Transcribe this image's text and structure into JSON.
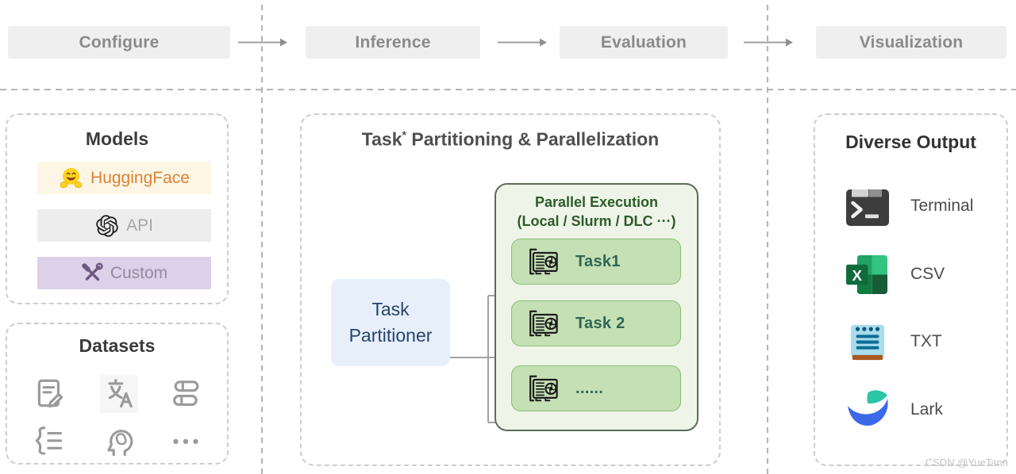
{
  "pipeline": {
    "stages": [
      {
        "label": "Configure"
      },
      {
        "label": "Inference"
      },
      {
        "label": "Evaluation"
      },
      {
        "label": "Visualization"
      }
    ]
  },
  "models": {
    "title": "Models",
    "items": [
      {
        "label": "HuggingFace",
        "icon": "huggingface-icon",
        "bg": "#fdf6e4",
        "color": "#db8136"
      },
      {
        "label": "API",
        "icon": "openai-icon",
        "bg": "#ededed",
        "color": "#a6a6a6"
      },
      {
        "label": "Custom",
        "icon": "crossed-tools-icon",
        "bg": "#ddd0e9",
        "color": "#928b9d"
      }
    ]
  },
  "datasets": {
    "title": "Datasets",
    "icons": [
      "document-edit-icon",
      "translate-icon",
      "books-icon",
      "brace-list-icon",
      "brain-head-icon",
      "ellipsis-icon"
    ]
  },
  "partitioning": {
    "title_prefix": "Task",
    "title_sup": "*",
    "title_suffix": " Partitioning & Parallelization",
    "partitioner_line1": "Task",
    "partitioner_line2": "Partitioner",
    "parallel_title": "Parallel Execution",
    "parallel_subtitle": "(Local / Slurm / DLC ···)",
    "tasks": [
      {
        "label": "Task1",
        "icon": "gpu-icon"
      },
      {
        "label": "Task 2",
        "icon": "gpu-icon"
      },
      {
        "label": "......",
        "icon": "gpu-icon"
      }
    ]
  },
  "output": {
    "title": "Diverse Output",
    "excel_letter": "X",
    "items": [
      {
        "label": "Terminal",
        "icon": "terminal-icon"
      },
      {
        "label": "CSV",
        "icon": "excel-icon"
      },
      {
        "label": "TXT",
        "icon": "notepad-icon"
      },
      {
        "label": "Lark",
        "icon": "lark-icon"
      }
    ]
  },
  "watermark": "CSDN @YueTann",
  "colors": {
    "stage_bg": "#efefef",
    "stage_text": "#8a8a8a",
    "task_bg": "#c5e0b4",
    "task_border": "#8cbd76",
    "task_text": "#2e6656",
    "parallel_bg": "#eef5e8",
    "parallel_border": "#5d6b5b",
    "parallel_text": "#2d5c2a",
    "partitioner_bg": "#e7f0fa",
    "partitioner_text": "#26436d",
    "arrow": "#9e9e9e",
    "huggingface_orange": "#db8136",
    "custom_purple_bg": "#ddd0e9",
    "excel_green": "#107c41",
    "lark_blue": "#3b69e8",
    "lark_teal": "#2bc5a5"
  }
}
